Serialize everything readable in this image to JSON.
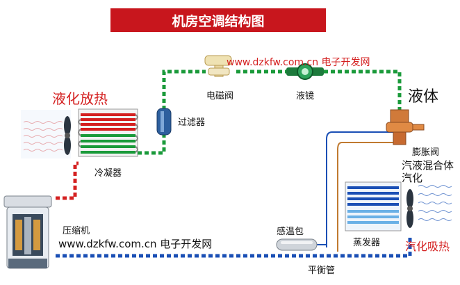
{
  "title": "机房空调结构图",
  "labels": {
    "condense_heat": "液化放热",
    "liquid": "液体",
    "solenoid_valve": "电磁阀",
    "sight_glass": "液镜",
    "filter": "过滤器",
    "condenser": "冷凝器",
    "expansion_valve": "膨胀阀",
    "mixture_line1": "汽液混合体",
    "mixture_line2": "汽化",
    "compressor": "压缩机",
    "sensing_bulb": "感温包",
    "evaporator": "蒸发器",
    "evaporate_absorb": "汽化吸热",
    "equalizer_pipe": "平衡管"
  },
  "watermark_top": "www.dzkfw.com.cn 电子开发网",
  "watermark_bottom": "www.dzkfw.com.cn 电子开发网",
  "colors": {
    "title_bg": "#c8161d",
    "high_pressure_liquid": "#1a9a3a",
    "hot_gas": "#d42020",
    "low_pressure": "#1a4fb5",
    "accent_text": "#d42020"
  }
}
